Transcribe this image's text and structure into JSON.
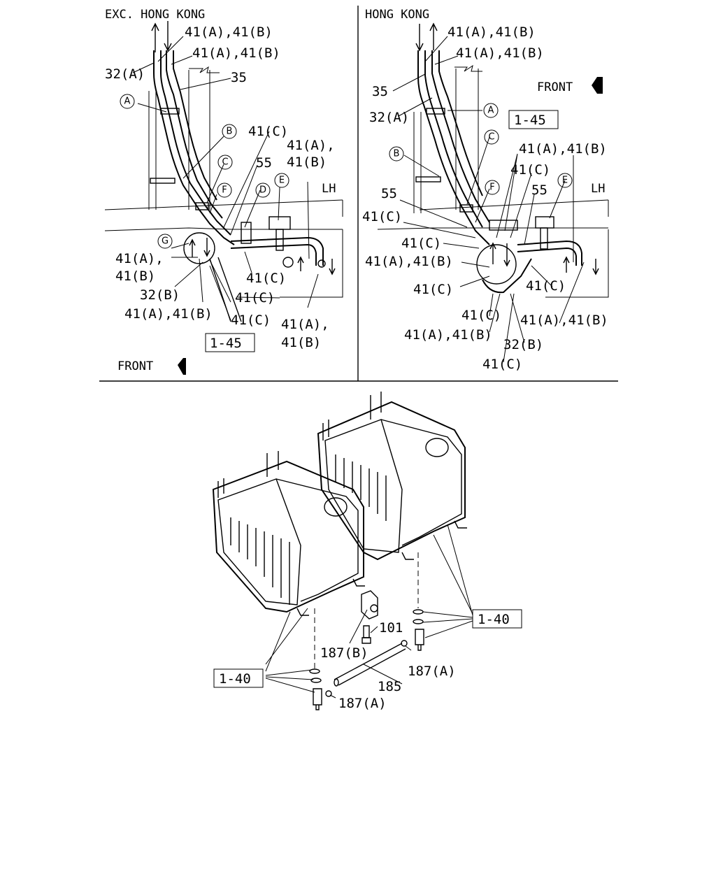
{
  "panels": {
    "left": {
      "title": "EXC. HONG KONG",
      "front": "FRONT",
      "side": "LH",
      "labels": {
        "a1": "41(A),41(B)",
        "a2": "41(A),41(B)",
        "p32a": "32(A)",
        "p35": "35",
        "c41a": "41(C)",
        "p55": "55",
        "ab_a": "41(A),",
        "ab_b": "41(B)",
        "g_a": "41(A),",
        "g_b": "41(B)",
        "p32b": "32(B)",
        "ab3": "41(A),41(B)",
        "c41b": "41(C)",
        "c41c": "41(C)",
        "c41d": "41(C)",
        "ab4_a": "41(A),",
        "ab4_b": "41(B)",
        "ref": "1-45"
      }
    },
    "right": {
      "title": "HONG KONG",
      "front": "FRONT",
      "side": "LH",
      "labels": {
        "a1": "41(A),41(B)",
        "a2": "41(A),41(B)",
        "p35": "35",
        "p32a": "32(A)",
        "ref": "1-45",
        "ab_top": "41(A),41(B)",
        "c41a": "41(C)",
        "p55a": "55",
        "p55b": "55",
        "c41b": "41(C)",
        "c41c": "41(C)",
        "ab_mid": "41(A),41(B)",
        "c41d": "41(C)",
        "c41e": "41(C)",
        "c41f": "41(C)",
        "ab_low": "41(A),41(B)",
        "ab_right": "41(A),41(B)",
        "p32b": "32(B)",
        "c41g": "41(C)"
      }
    },
    "bottom": {
      "ref_left": "1-40",
      "ref_right": "1-40",
      "p101": "101",
      "p187b": "187(B)",
      "p185": "185",
      "p187a1": "187(A)",
      "p187a2": "187(A)"
    }
  },
  "circle_letters": {
    "A": "A",
    "B": "B",
    "C": "C",
    "D": "D",
    "E": "E",
    "F": "F",
    "G": "G"
  }
}
